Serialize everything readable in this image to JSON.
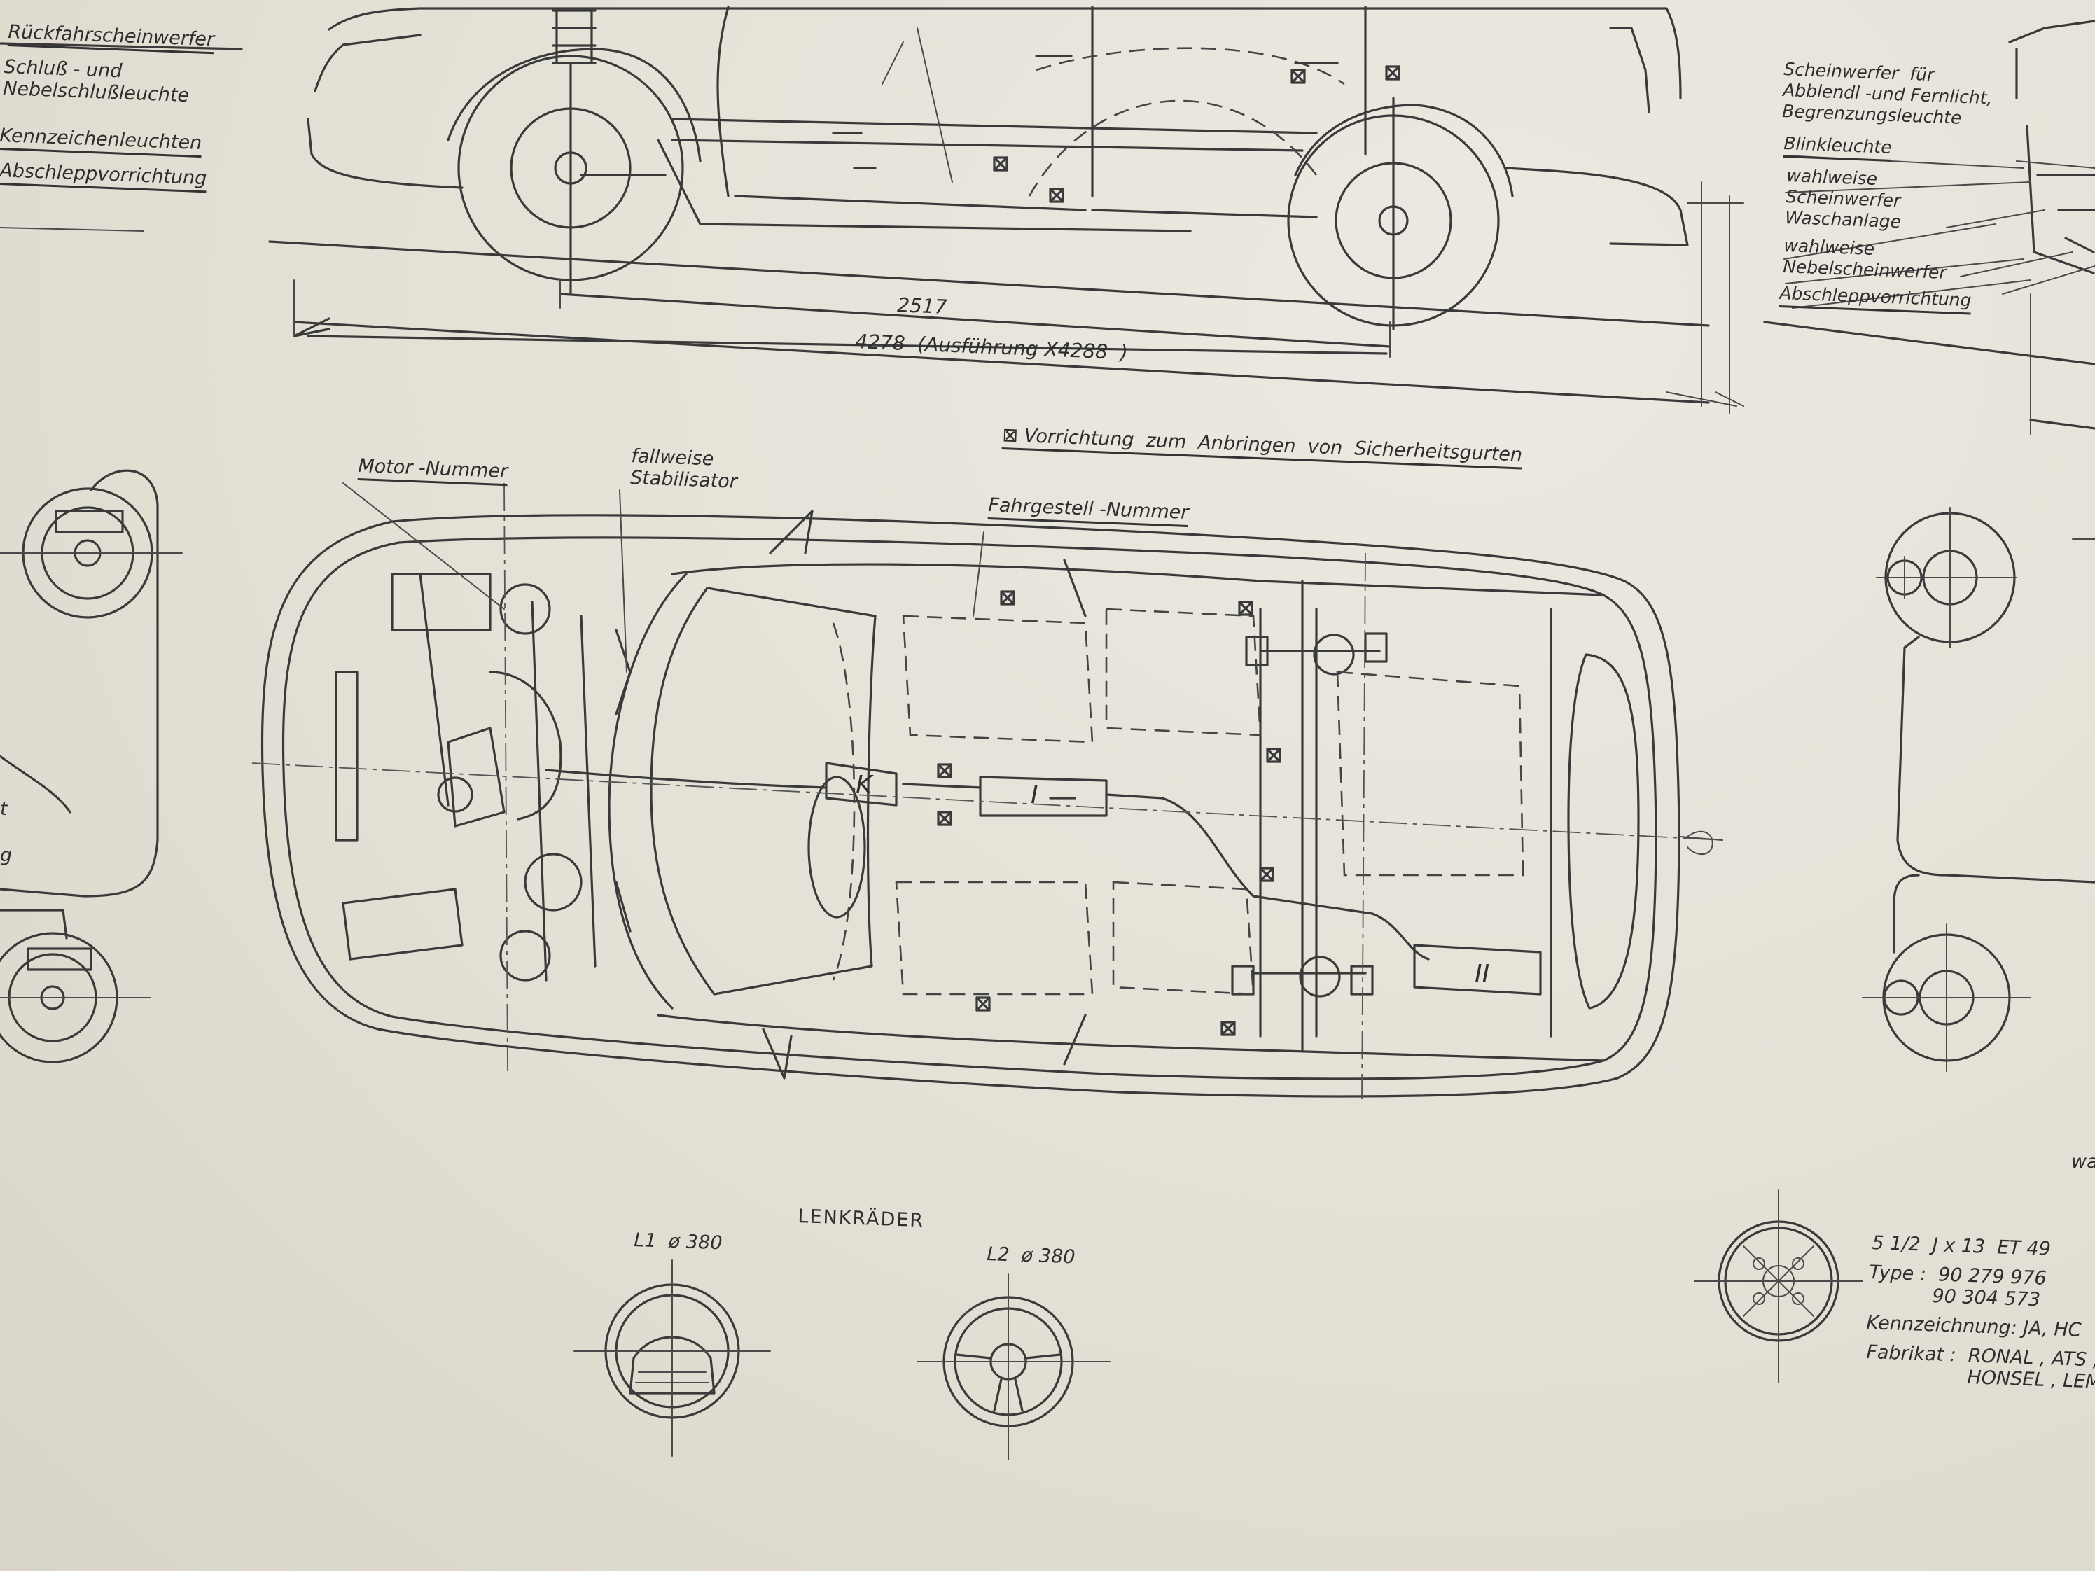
{
  "left_labels": [
    "Rückfahrscheinwerfer",
    "Schluß - und\nNebelschlußleuchte",
    "Kennzeichenleuchten",
    "Abschleppvorrichtung"
  ],
  "right_labels": [
    "Scheinwerfer  für\nAbblendl -und Fernlicht,\nBegrenzungsleuchte",
    "Blinkleuchte",
    "wahlweise\nScheinwerfer\nWaschanlage",
    "wahlweise\nNebelscheinwerfer",
    "Abschleppvorrichtung"
  ],
  "dimensions": {
    "wheelbase": "2517",
    "length": "4278  (Ausführung X4288  )"
  },
  "seatbelt_note": "⊠ Vorrichtung  zum  Anbringen  von  Sicherheitsgurten",
  "top_view_labels": {
    "engine_number": "Motor -Nummer",
    "stabilizer": "fallweise\nStabilisator",
    "chassis_number": "Fahrgestell -Nummer",
    "mark_k": "K",
    "mark_i": "I",
    "mark_ii": "II"
  },
  "left_fragments": [
    "t",
    "g"
  ],
  "steering_wheels": {
    "heading": "LENKRÄDER",
    "l1": "L1  ø 380",
    "l2": "L2  ø 380"
  },
  "wheel_spec": {
    "size": "5 1/2  J x 13  ET 49",
    "type": "Type :  90 279 976",
    "type2": "90 304 573",
    "marking": "Kennzeichnung: JA, HC",
    "maker": "Fabrikat :  RONAL , ATS ,",
    "maker2": "HONSEL , LEM"
  },
  "edge_fragment": "wa"
}
